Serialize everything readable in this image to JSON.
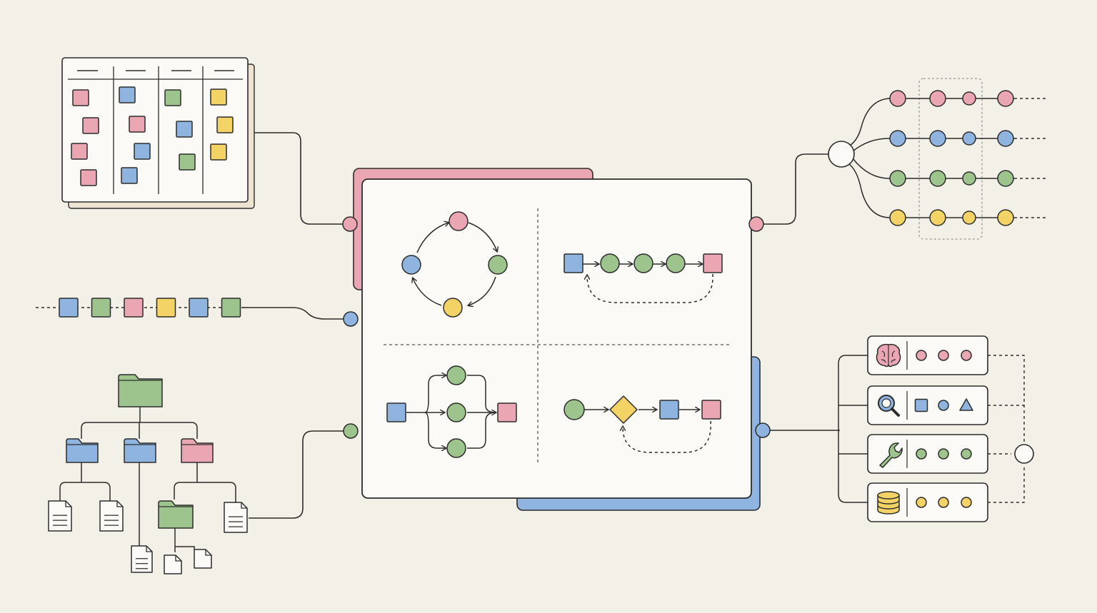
{
  "colors": {
    "background": "#f3f0e8",
    "stroke": "#2c2c2c",
    "panel": "#fbfaf6",
    "pink": "#eba6b3",
    "blue": "#8fb4df",
    "green": "#9cc48c",
    "yellow": "#f3d266",
    "tan": "#ece3d2"
  },
  "diagram": {
    "kanban_board": {
      "columns": [
        [
          "pink",
          "pink",
          "pink",
          "pink"
        ],
        [
          "blue",
          "pink",
          "blue",
          "blue"
        ],
        [
          "green",
          "blue",
          "green"
        ],
        [
          "yellow",
          "yellow",
          "yellow"
        ]
      ]
    },
    "sequence_strip": [
      "blue",
      "green",
      "pink",
      "yellow",
      "blue",
      "green"
    ],
    "file_tree": {
      "root": "green",
      "children": [
        "blue",
        "blue",
        "pink"
      ],
      "grandchild_folder": "green"
    },
    "central_panel": {
      "quadrants": [
        "cycle-loop",
        "linear-pipeline-with-feedback",
        "fan-out-fan-in",
        "decision-pipeline-with-feedback"
      ],
      "cycle_nodes": [
        "pink",
        "green",
        "yellow",
        "blue"
      ],
      "pipeline_nodes": [
        "blue",
        "green",
        "green",
        "green",
        "pink"
      ],
      "fanout_nodes": [
        "blue",
        "green",
        "green",
        "green",
        "pink"
      ],
      "decision_nodes": [
        "green",
        "yellow",
        "blue",
        "pink"
      ]
    },
    "parallel_streams": [
      "pink",
      "blue",
      "green",
      "yellow"
    ],
    "tool_stack": [
      {
        "icon": "brain-icon",
        "dots": [
          "pink",
          "pink",
          "pink"
        ]
      },
      {
        "icon": "magnifier-icon",
        "dots": [
          "blue",
          "blue",
          "blue"
        ]
      },
      {
        "icon": "wrench-icon",
        "dots": [
          "green",
          "green",
          "green"
        ]
      },
      {
        "icon": "database-icon",
        "dots": [
          "yellow",
          "yellow",
          "yellow"
        ]
      }
    ]
  }
}
